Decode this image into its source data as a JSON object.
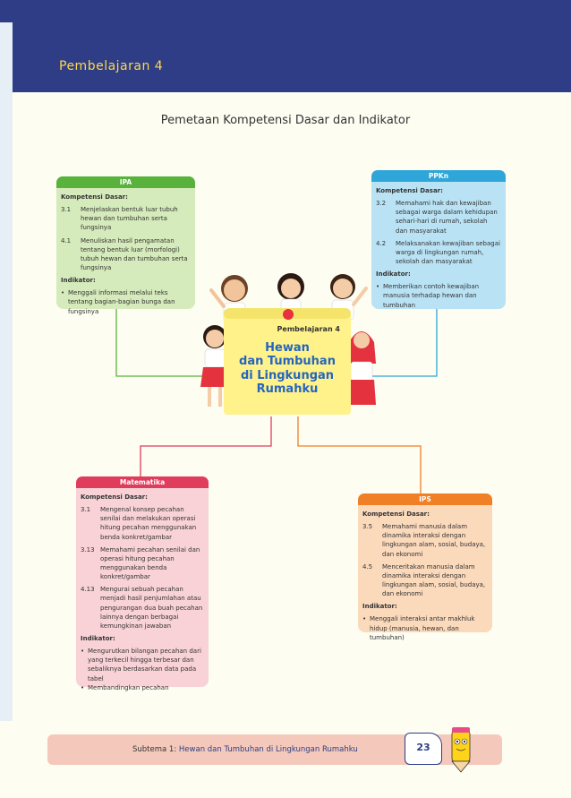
{
  "header": {
    "title": "Pembelajaran  4"
  },
  "page_title": "Pemetaan Kompetensi Dasar dan Indikator",
  "ipa": {
    "title": "IPA",
    "kd_label": "Kompetensi Dasar:",
    "kd": [
      {
        "num": "3.1",
        "text": "Menjelaskan bentuk luar tubuh hewan dan tumbuhan serta fungsinya"
      },
      {
        "num": "4.1",
        "text": "Menuliskan hasil pengamatan tentang bentuk luar (morfologi) tubuh hewan dan tumbuhan serta fungsinya"
      }
    ],
    "ind_label": "Indikator:",
    "ind": [
      "Menggali informasi melalui teks tentang bagian-bagian bunga dan fungsinya"
    ]
  },
  "ppkn": {
    "title": "PPKn",
    "kd_label": "Kompetensi Dasar:",
    "kd": [
      {
        "num": "3.2",
        "text": "Memahami hak dan kewajiban sebagai warga dalam kehidupan sehari-hari di rumah, sekolah dan masyarakat"
      },
      {
        "num": "4.2",
        "text": "Melaksanakan kewajiban sebagai warga di lingkungan rumah, sekolah dan masyarakat"
      }
    ],
    "ind_label": "Indikator:",
    "ind": [
      "Memberikan contoh kewajiban manusia terhadap hewan dan tumbuhan"
    ]
  },
  "matematika": {
    "title": "Matematika",
    "kd_label": "Kompetensi Dasar:",
    "kd": [
      {
        "num": "3.1",
        "text": "Mengenal konsep pecahan senilai dan melakukan operasi hitung pecahan menggunakan benda konkret/gambar"
      },
      {
        "num": "3.13",
        "text": "Memahami pecahan senilai dan operasi hitung pecahan menggunakan benda konkret/gambar"
      },
      {
        "num": "4.13",
        "text": "Mengurai sebuah pecahan menjadi hasil penjumlahan atau pengurangan dua buah pecahan lainnya dengan berbagai kemungkinan jawaban"
      }
    ],
    "ind_label": "Indikator:",
    "ind": [
      "Mengurutkan bilangan pecahan dari yang terkecil hingga terbesar dan sebaliknya berdasarkan data pada tabel",
      "Membandingkan pecahan"
    ]
  },
  "ips": {
    "title": "IPS",
    "kd_label": "Kompetensi Dasar:",
    "kd": [
      {
        "num": "3.5",
        "text": "Memahami manusia dalam dinamika interaksi dengan lingkungan alam, sosial, budaya, dan ekonomi"
      },
      {
        "num": "4.5",
        "text": "Menceritakan manusia dalam dinamika interaksi dengan lingkungan alam, sosial, budaya, dan ekonomi"
      }
    ],
    "ind_label": "Indikator:",
    "ind": [
      "Menggali interaksi antar makhluk hidup (manusia, hewan, dan tumbuhan)"
    ]
  },
  "center": {
    "label": "Pembelajaran 4",
    "title_lines": [
      "Hewan",
      "dan Tumbuhan",
      "di Lingkungan",
      "Rumahku"
    ]
  },
  "footer": {
    "prefix": "Subtema 1: ",
    "subtitle": "Hewan dan Tumbuhan di Lingkungan Rumahku",
    "page_number": "23"
  },
  "colors": {
    "header": "#2e3d86",
    "ipa": "#58b23c",
    "ppkn": "#2fa6d9",
    "matematika": "#e03c5b",
    "ips": "#f07f26"
  }
}
